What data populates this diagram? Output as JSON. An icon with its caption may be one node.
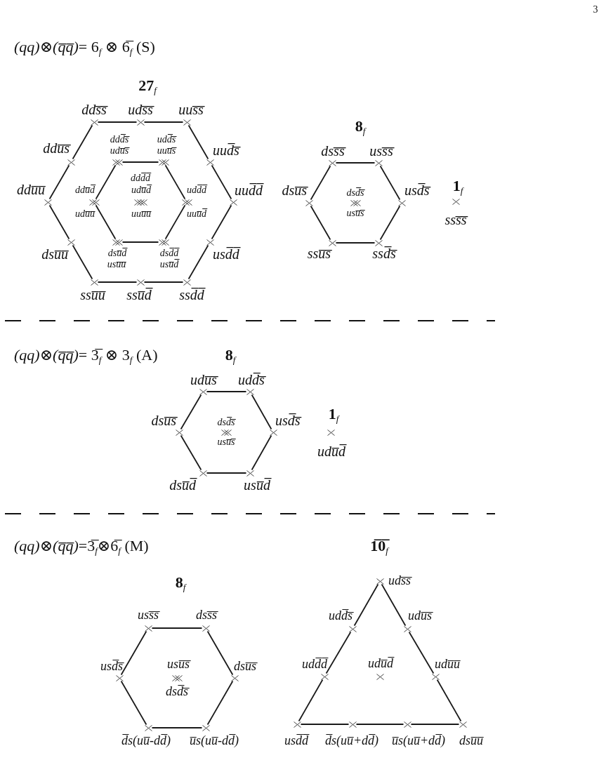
{
  "diagram": {
    "nodes": [
      {
        "text": [],
        "shape": "cross",
        "beside": [
          "dds̅s̅"
        ]
      },
      {
        "text": [],
        "shape": "cross",
        "beside": [
          "uds̅s̅"
        ]
      },
      {
        "text": [],
        "shape": "cross",
        "beside": [
          "uus̅s̅"
        ]
      },
      {
        "text": [],
        "shape": "cross",
        "beside": [
          "ddu̅s̅"
        ]
      },
      {
        "text": [],
        "shape": "cross",
        "beside": [
          "ddd̅s̅",
          "udu̅s̅"
        ]
      },
      {
        "text": [],
        "shape": "cross",
        "beside": [
          "udd̅s̅",
          "uuu̅s̅"
        ]
      },
      {
        "text": [],
        "shape": "cross",
        "beside": [
          "uud̅s̅"
        ]
      },
      {
        "text": [],
        "shape": "cross",
        "beside": [
          "ddu̅u̅"
        ]
      },
      {
        "text": [],
        "shape": "cross",
        "beside": [
          "ddu̅d̅",
          "udu̅u̅"
        ]
      },
      {
        "text": [],
        "shape": "cross",
        "beside": [
          "ddd̅d̅",
          "udu̅d̅",
          "uuu̅u̅"
        ]
      },
      {
        "text": [],
        "shape": "cross",
        "beside": [
          "udd̅d̅",
          "uuu̅d̅"
        ]
      },
      {
        "text": [],
        "shape": "cross",
        "beside": [
          "uud̅d̅"
        ]
      },
      {
        "text": [],
        "shape": "cross",
        "beside": [
          "dsu̅u̅"
        ]
      },
      {
        "text": [],
        "shape": "cross",
        "beside": [
          "dsu̅d̅",
          "usu̅u̅"
        ]
      },
      {
        "text": [],
        "shape": "cross",
        "beside": [
          "dsd̅d̅",
          "usu̅d̅"
        ]
      },
      {
        "text": [],
        "shape": "cross",
        "beside": [
          "usd̅d̅"
        ]
      },
      {
        "text": [],
        "shape": "cross",
        "beside": [
          "ssu̅u̅"
        ]
      },
      {
        "text": [],
        "shape": "cross",
        "beside": [
          "ssu̅d̅"
        ]
      },
      {
        "text": [],
        "shape": "cross",
        "beside": [
          "ssd̅d̅"
        ]
      },
      {
        "text": [],
        "shape": "cross",
        "beside": [
          "dss̅s̅"
        ]
      },
      {
        "text": [],
        "shape": "cross",
        "beside": [
          "uss̅s̅"
        ]
      },
      {
        "text": [],
        "shape": "cross",
        "beside": [
          "dsu̅s̅"
        ]
      },
      {
        "text": [],
        "shape": "cross",
        "beside": [
          "dsd̅s̅",
          "usu̅s̅"
        ]
      },
      {
        "text": [],
        "shape": "cross",
        "beside": [
          "usd̅s̅"
        ]
      },
      {
        "text": [],
        "shape": "cross",
        "beside": [
          "ssu̅s̅"
        ]
      },
      {
        "text": [],
        "shape": "cross",
        "beside": [
          "ssd̅s̅"
        ]
      },
      {
        "text": [],
        "shape": "cross",
        "beside": [
          "sss̅s̅"
        ]
      },
      {
        "text": [],
        "shape": "cross",
        "beside": [
          "udu̅s̅"
        ]
      },
      {
        "text": [],
        "shape": "cross",
        "beside": [
          "udd̅s̅"
        ]
      },
      {
        "text": [],
        "shape": "cross",
        "beside": [
          "dsu̅s̅"
        ]
      },
      {
        "text": [],
        "shape": "cross",
        "beside": [
          "dsd̅s̅",
          "usu̅s̅"
        ]
      },
      {
        "text": [],
        "shape": "cross",
        "beside": [
          "usd̅s̅"
        ]
      },
      {
        "text": [],
        "shape": "cross",
        "beside": [
          "dsu̅d̅"
        ]
      },
      {
        "text": [],
        "shape": "cross",
        "beside": [
          "usu̅d̅"
        ]
      },
      {
        "text": [],
        "shape": "cross",
        "beside": [
          "udu̅d̅"
        ]
      },
      {
        "text": [],
        "shape": "cross",
        "beside": [
          "uss̅s̅"
        ]
      },
      {
        "text": [],
        "shape": "cross",
        "beside": [
          "dss̅s̅"
        ]
      },
      {
        "text": [],
        "shape": "cross",
        "beside": [
          "usd̅s̅"
        ]
      },
      {
        "text": [],
        "shape": "cross",
        "beside": [
          "usu̅s̅",
          "dsd̅s̅"
        ]
      },
      {
        "text": [],
        "shape": "cross",
        "beside": [
          "dsu̅s̅"
        ]
      },
      {
        "text": [],
        "shape": "cross",
        "beside": [
          "d̅s(uu̅-dd̅)"
        ]
      },
      {
        "text": [],
        "shape": "cross",
        "beside": [
          "u̅s(uu̅-dd̅)"
        ]
      },
      {
        "text": [],
        "shape": "cross",
        "beside": [
          "uds̅s̅"
        ]
      },
      {
        "text": [],
        "shape": "cross",
        "beside": [
          "udd̅s̅"
        ]
      },
      {
        "text": [],
        "shape": "cross",
        "beside": [
          "udu̅s̅"
        ]
      },
      {
        "text": [],
        "shape": "cross",
        "beside": [
          "udd̅d̅"
        ]
      },
      {
        "text": [],
        "shape": "cross",
        "beside": [
          "udu̅d̅"
        ]
      },
      {
        "text": [],
        "shape": "cross",
        "beside": [
          "udu̅u̅"
        ]
      },
      {
        "text": [],
        "shape": "cross",
        "beside": [
          "usd̅d̅"
        ]
      },
      {
        "text": [],
        "shape": "cross",
        "beside": [
          "d̅s(uu̅+dd̅)"
        ]
      },
      {
        "text": [],
        "shape": "cross",
        "beside": [
          "u̅s(uu̅+dd̅)"
        ]
      },
      {
        "text": [],
        "shape": "cross",
        "beside": [
          "dsu̅u̅"
        ]
      }
    ],
    "edges": [
      {
        "from": 0,
        "to": 1,
        "arrow": "none"
      },
      {
        "from": 1,
        "to": 2,
        "arrow": "none"
      },
      {
        "from": 2,
        "to": 6,
        "arrow": "none"
      },
      {
        "from": 6,
        "to": 11,
        "arrow": "none"
      },
      {
        "from": 11,
        "to": 15,
        "arrow": "none"
      },
      {
        "from": 15,
        "to": 18,
        "arrow": "none"
      },
      {
        "from": 18,
        "to": 17,
        "arrow": "none"
      },
      {
        "from": 17,
        "to": 16,
        "arrow": "none"
      },
      {
        "from": 16,
        "to": 12,
        "arrow": "none"
      },
      {
        "from": 12,
        "to": 7,
        "arrow": "none"
      },
      {
        "from": 7,
        "to": 3,
        "arrow": "none"
      },
      {
        "from": 3,
        "to": 0,
        "arrow": "none"
      },
      {
        "from": 4,
        "to": 5,
        "arrow": "none"
      },
      {
        "from": 5,
        "to": 10,
        "arrow": "none"
      },
      {
        "from": 10,
        "to": 14,
        "arrow": "none"
      },
      {
        "from": 14,
        "to": 13,
        "arrow": "none"
      },
      {
        "from": 13,
        "to": 8,
        "arrow": "none"
      },
      {
        "from": 8,
        "to": 4,
        "arrow": "none"
      },
      {
        "from": 19,
        "to": 20,
        "arrow": "none"
      },
      {
        "from": 20,
        "to": 23,
        "arrow": "none"
      },
      {
        "from": 23,
        "to": 25,
        "arrow": "none"
      },
      {
        "from": 25,
        "to": 24,
        "arrow": "none"
      },
      {
        "from": 24,
        "to": 21,
        "arrow": "none"
      },
      {
        "from": 21,
        "to": 19,
        "arrow": "none"
      },
      {
        "from": 27,
        "to": 28,
        "arrow": "none"
      },
      {
        "from": 28,
        "to": 31,
        "arrow": "none"
      },
      {
        "from": 31,
        "to": 33,
        "arrow": "none"
      },
      {
        "from": 33,
        "to": 32,
        "arrow": "none"
      },
      {
        "from": 32,
        "to": 29,
        "arrow": "none"
      },
      {
        "from": 29,
        "to": 27,
        "arrow": "none"
      },
      {
        "from": 35,
        "to": 36,
        "arrow": "none"
      },
      {
        "from": 36,
        "to": 39,
        "arrow": "none"
      },
      {
        "from": 39,
        "to": 41,
        "arrow": "none"
      },
      {
        "from": 41,
        "to": 40,
        "arrow": "none"
      },
      {
        "from": 40,
        "to": 37,
        "arrow": "none"
      },
      {
        "from": 37,
        "to": 35,
        "arrow": "none"
      },
      {
        "from": 42,
        "to": 44,
        "arrow": "none"
      },
      {
        "from": 44,
        "to": 47,
        "arrow": "none"
      },
      {
        "from": 47,
        "to": 51,
        "arrow": "none"
      },
      {
        "from": 51,
        "to": 50,
        "arrow": "none"
      },
      {
        "from": 50,
        "to": 49,
        "arrow": "none"
      },
      {
        "from": 49,
        "to": 48,
        "arrow": "none"
      },
      {
        "from": 48,
        "to": 45,
        "arrow": "none"
      },
      {
        "from": 45,
        "to": 43,
        "arrow": "none"
      },
      {
        "from": 43,
        "to": 42,
        "arrow": "none"
      }
    ],
    "labels": [
      "3",
      "*(qq)*⊗*(q̅q̅)*= 6$_{f}$ ⊗ 6̅$_{f}$ (S)",
      "**27**$_{f}$",
      "**8**$_{f}$",
      "**1**$_{f}$",
      "*(qq)*⊗*(q̅q̅)*= 3̅$_{f}$ ⊗ 3$_{f}$ (A)",
      "**8**$_{f}$",
      "**1**$_{f}$",
      "*(qq)*⊗*(q̅q̅)*=3̅$_{f}$⊗6̅$_{f}$ (M)",
      "**1̅0̅**$_{f}$",
      "**8**$_{f}$"
    ]
  }
}
